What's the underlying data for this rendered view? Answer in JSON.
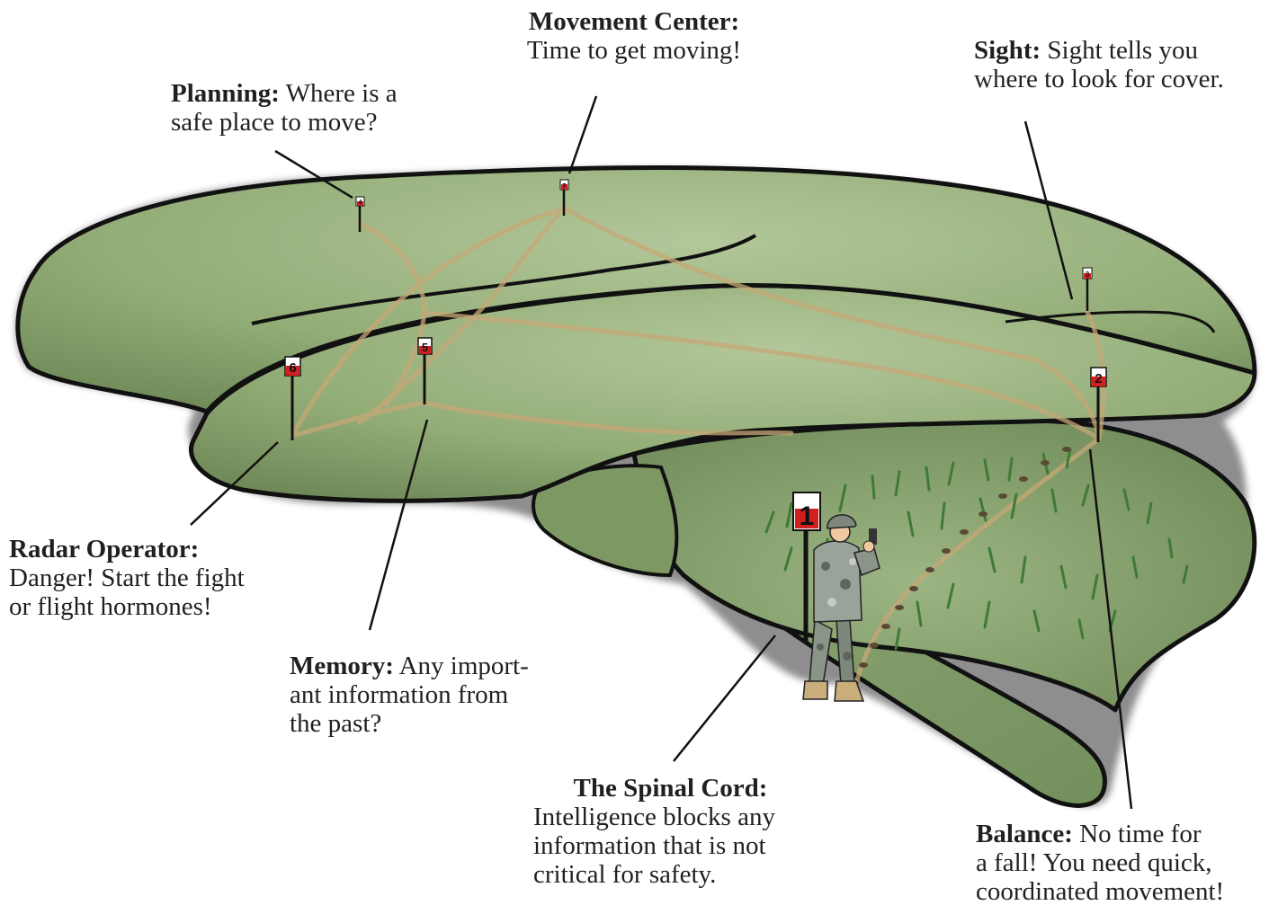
{
  "colors": {
    "brain_fill": "#8fa873",
    "brain_light": "#b3c79a",
    "brain_dark": "#6f8a58",
    "outline": "#111111",
    "trail": "#c7a877",
    "grass": "#3f7a36",
    "flag_red": "#d01f1f"
  },
  "markers": [
    "1",
    "2",
    "3",
    "4",
    "5",
    "6",
    "7"
  ],
  "labels": {
    "movement": {
      "title": "Movement Center:",
      "text": "Time to get moving!"
    },
    "sight": {
      "title": "Sight:",
      "text": "Sight tells you\nwhere to look for cover."
    },
    "planning": {
      "title": "Planning:",
      "text": "Where is a\nsafe place to move?"
    },
    "radar": {
      "title": "Radar Operator:",
      "text": "Danger! Start the fight\nor flight hormones!"
    },
    "memory": {
      "title": "Memory:",
      "text": "Any import-\nant information from\nthe past?"
    },
    "spinal": {
      "title": "The Spinal Cord:",
      "text": "Intelligence blocks any\ninformation that is not\ncritical for safety."
    },
    "balance": {
      "title": "Balance:",
      "text": "No time for\na fall! You need quick,\ncoordinated movement!"
    }
  },
  "figure": {
    "icon": "soldier-icon"
  }
}
